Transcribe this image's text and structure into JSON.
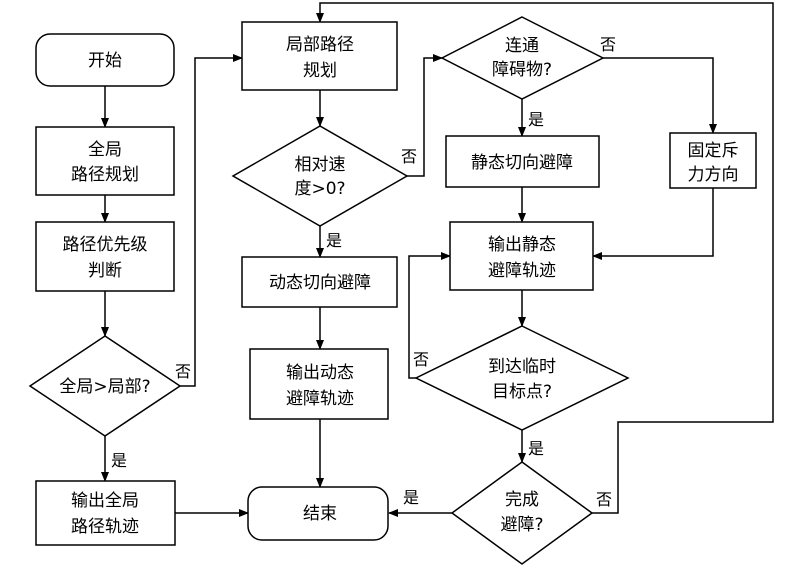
{
  "nodes": {
    "start": [
      "开始"
    ],
    "global_plan": [
      "全局",
      "路径规划"
    ],
    "priority": [
      "路径优先级",
      "判断"
    ],
    "global_gt_local": [
      "全局>局部?"
    ],
    "output_global": [
      "输出全局",
      "路径轨迹"
    ],
    "local_plan": [
      "局部路径",
      "规划"
    ],
    "relative_speed": [
      "相对速",
      "度>0?"
    ],
    "dynamic_avoid": [
      "动态切向避障"
    ],
    "output_dynamic": [
      "输出动态",
      "避障轨迹"
    ],
    "end": [
      "结束"
    ],
    "connected_obstacle": [
      "连通",
      "障碍物?"
    ],
    "static_avoid": [
      "静态切向避障"
    ],
    "fixed_force": [
      "固定斥",
      "力方向"
    ],
    "output_static": [
      "输出静态",
      "避障轨迹"
    ],
    "reach_temp": [
      "到达临时",
      "目标点?"
    ],
    "done_avoid": [
      "完成",
      "避障?"
    ]
  },
  "edge_labels": {
    "yes": "是",
    "no": "否"
  }
}
